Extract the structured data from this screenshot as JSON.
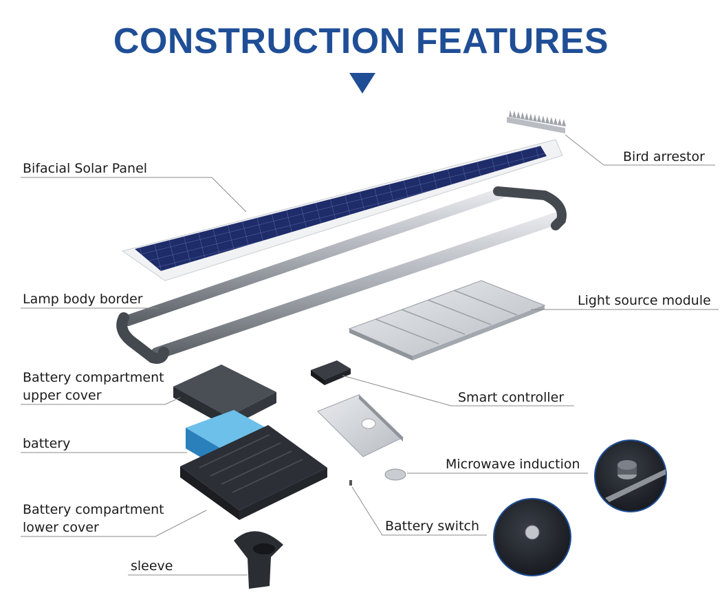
{
  "title": "CONSTRUCTION FEATURES",
  "accent_color": "#1f4e96",
  "labels": {
    "bird_arrestor": "Bird arrestor",
    "bifacial_solar_panel": "Bifacial Solar Panel",
    "lamp_body_border": "Lamp body border",
    "light_source_module": "Light source module",
    "battery_upper_cover_line1": "Battery compartment",
    "battery_upper_cover_line2": "upper cover",
    "smart_controller": "Smart controller",
    "battery": "battery",
    "microwave_induction": "Microwave induction",
    "battery_lower_cover_line1": "Battery compartment",
    "battery_lower_cover_line2": "lower cover",
    "battery_switch": "Battery switch",
    "sleeve": "sleeve"
  }
}
